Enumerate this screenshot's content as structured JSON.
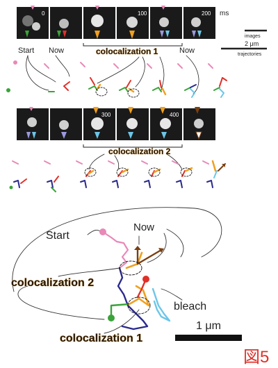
{
  "figure_label": "図5",
  "row1": {
    "frame_times": [
      "0",
      "",
      "",
      "100",
      "",
      "200"
    ],
    "unit": "ms",
    "labels": {
      "start": "Start",
      "now_left": "Now",
      "coloc": "colocalization 1",
      "now_right": "Now"
    }
  },
  "row2": {
    "frame_times": [
      "",
      "",
      "300",
      "",
      "400",
      ""
    ],
    "labels": {
      "coloc": "colocalization 2"
    }
  },
  "scale": {
    "images_label": "images",
    "bar_label": "2 μm",
    "trajectories_label": "trajectories"
  },
  "main": {
    "start": "Start",
    "now": "Now",
    "coloc2": "colocalization 2",
    "coloc1": "colocalization 1",
    "bleach": "bleach",
    "scalebar": "1 μm"
  },
  "colors": {
    "pink": "#e889b8",
    "red": "#e0302a",
    "green": "#3aa33a",
    "orange": "#f0a020",
    "navy": "#2a2a8c",
    "cyan": "#6cc6e8",
    "brown": "#7a3f10"
  }
}
